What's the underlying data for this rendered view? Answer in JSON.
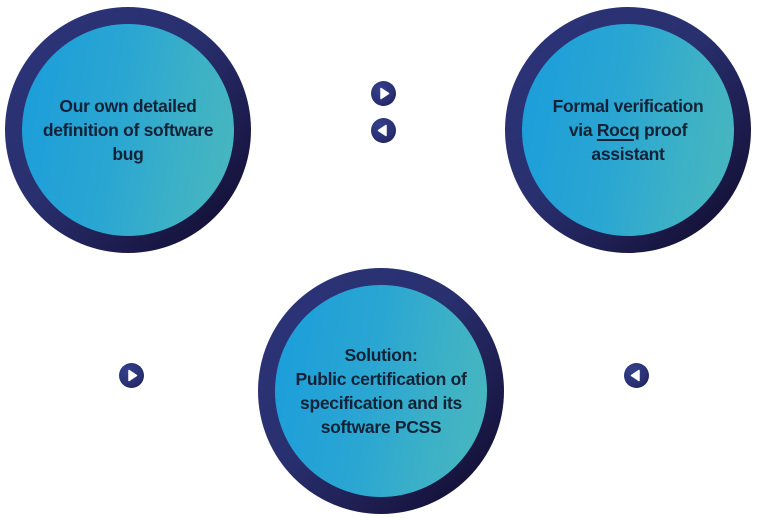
{
  "colors": {
    "ring_dark": "#29306f",
    "fill_left": "#1a9ddb",
    "fill_right": "#49b7be",
    "text": "#132236",
    "arrow": "#2a3175"
  },
  "nodes": {
    "left": {
      "lines": [
        "Our own detailed",
        "definition of software",
        "bug"
      ]
    },
    "right": {
      "line1": "Formal verification",
      "line2_prefix": "via ",
      "line2_link": "Rocq",
      "line2_suffix": " proof",
      "line3": "assistant"
    },
    "bottom": {
      "lines": [
        "Solution:",
        "Public certification of",
        "specification and its",
        "software PCSS"
      ]
    }
  },
  "arrows": {
    "top_right": "play-right-icon",
    "top_left": "play-left-icon",
    "bottom_left": "play-right-icon",
    "bottom_right": "play-left-icon"
  }
}
